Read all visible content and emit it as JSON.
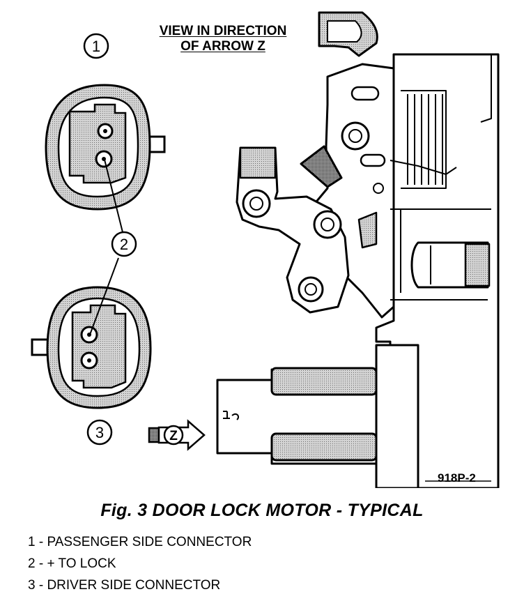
{
  "view_title": {
    "line1": "VIEW IN DIRECTION",
    "line2": "OF ARROW Z"
  },
  "callouts": {
    "one": "1",
    "two": "2",
    "three": "3"
  },
  "arrow_label": "Z",
  "figure_id": "918P-2",
  "caption": "Fig. 3 DOOR LOCK MOTOR - TYPICAL",
  "legend": [
    "1 - PASSENGER SIDE CONNECTOR",
    "2 - + TO LOCK",
    "3 - DRIVER SIDE CONNECTOR"
  ],
  "colors": {
    "line": "#000000",
    "shade": "#bdbdbd",
    "dark_shade": "#8a8a8a"
  }
}
